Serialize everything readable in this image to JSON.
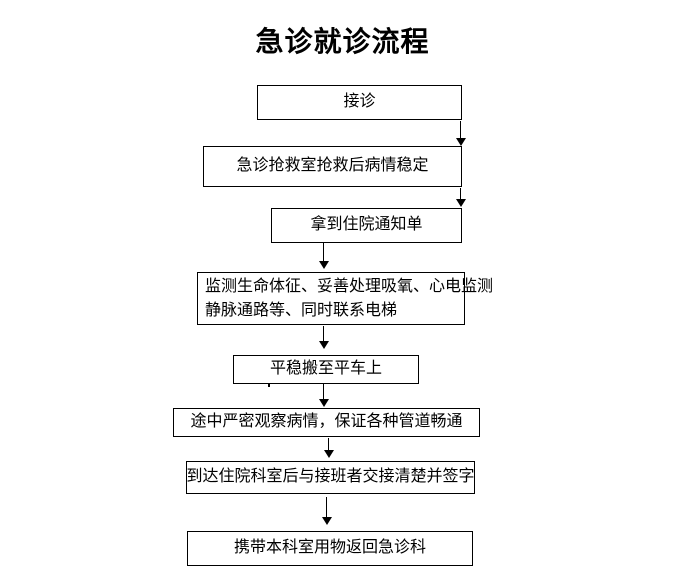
{
  "title": "急诊就诊流程",
  "theme": {
    "background": "#ffffff",
    "ink": "#000000",
    "box_fill": "#ffffff",
    "box_border": "#000000"
  },
  "flowchart": {
    "steps": [
      {
        "label": "接诊"
      },
      {
        "label": "急诊抢救室抢救后病情稳定"
      },
      {
        "label": "拿到住院通知单"
      },
      {
        "line1": "监测生命体征、妥善处理吸氧、心电监测",
        "line2": "静脉通路等、同时联系电梯"
      },
      {
        "label": "平稳搬至平车上"
      },
      {
        "label": "途中严密观察病情，保证各种管道畅通"
      },
      {
        "label": "到达住院科室后与接班者交接清楚并签字"
      },
      {
        "label": "携带本科室用物返回急诊科"
      }
    ],
    "arrow_count": 7
  }
}
